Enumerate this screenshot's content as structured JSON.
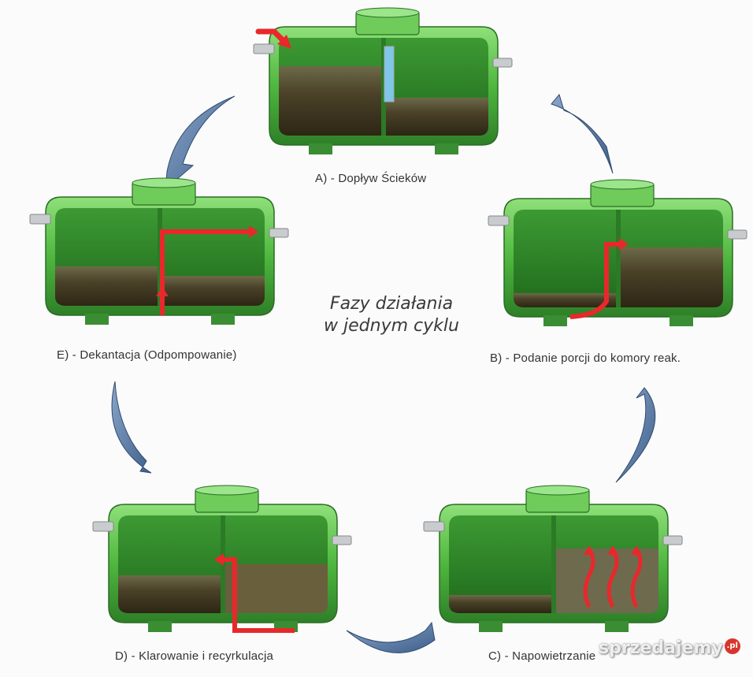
{
  "title": {
    "line1": "Fazy działania",
    "line2": "w jednym cyklu"
  },
  "phases": [
    {
      "id": "A",
      "label": "A) - Dopływ Ścieków"
    },
    {
      "id": "B",
      "label": "B) - Podanie porcji do komory reak."
    },
    {
      "id": "C",
      "label": "C) - Napowietrzanie"
    },
    {
      "id": "D",
      "label": "D) - Klarowanie i recyrkulacja"
    },
    {
      "id": "E",
      "label": "E) - Dekantacja (Odpompowanie)"
    }
  ],
  "watermark": {
    "text": "sprzedajemy",
    "badge": ".pl"
  },
  "colors": {
    "tank_green": "#5cc04a",
    "tank_dark": "#2f7d2a",
    "sludge": "#4a3d22",
    "flow_arrow": "#e8282b",
    "cycle_arrow": "#5a7aa3"
  }
}
